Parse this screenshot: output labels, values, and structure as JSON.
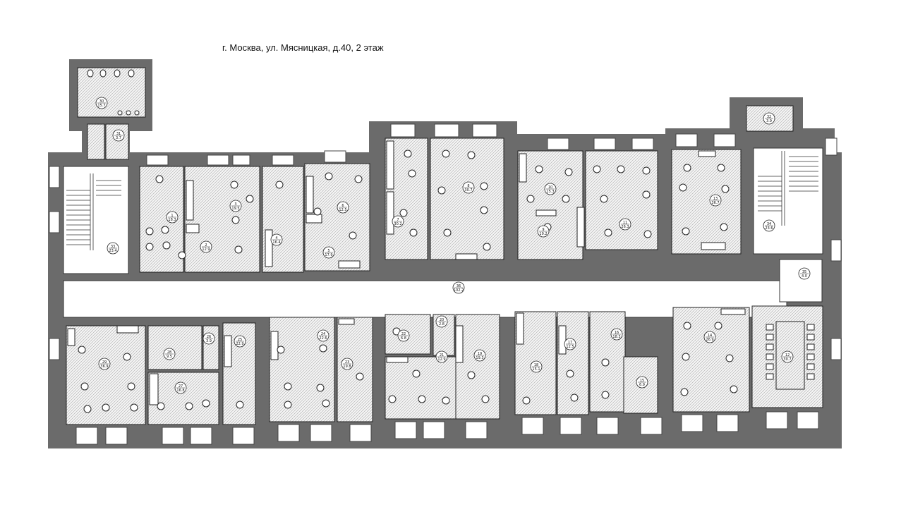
{
  "title": "г. Москва, ул. Мясницкая, д.40, 2 этаж",
  "rooms": [
    {
      "num": "1",
      "area": "18.3"
    },
    {
      "num": "2",
      "area": "12.9"
    },
    {
      "num": "3",
      "area": "19.5"
    },
    {
      "num": "4",
      "area": "16.4"
    },
    {
      "num": "5",
      "area": "17.9"
    },
    {
      "num": "6",
      "area": "12.5"
    },
    {
      "num": "7",
      "area": "30.2"
    },
    {
      "num": "8",
      "area": "30.7"
    },
    {
      "num": "9",
      "area": "19.2"
    },
    {
      "num": "10",
      "area": "15.3"
    },
    {
      "num": "11",
      "area": "26.3"
    },
    {
      "num": "12",
      "area": "30.7"
    },
    {
      "num": "13",
      "area": "36.7"
    },
    {
      "num": "14",
      "area": "26.9"
    },
    {
      "num": "15",
      "area": "6.9"
    },
    {
      "num": "16",
      "area": "18.3"
    },
    {
      "num": "17",
      "area": "12.5"
    },
    {
      "num": "18",
      "area": "15.1"
    },
    {
      "num": "19",
      "area": "19.3"
    },
    {
      "num": "20",
      "area": "2.8"
    },
    {
      "num": "21",
      "area": "12.9"
    },
    {
      "num": "22",
      "area": "6.8"
    },
    {
      "num": "23",
      "area": "19.8"
    },
    {
      "num": "24",
      "area": "22.6"
    },
    {
      "num": "25",
      "area": "22.9"
    },
    {
      "num": "26",
      "area": "3.9"
    },
    {
      "num": "27",
      "area": "16.8"
    },
    {
      "num": "28",
      "area": "9.5"
    },
    {
      "num": "29",
      "area": "36.9"
    },
    {
      "num": "30",
      "area": "15.7"
    },
    {
      "num": "31",
      "area": "3.7"
    },
    {
      "num": "32",
      "area": "3.9"
    },
    {
      "num": "33",
      "area": "23.4"
    },
    {
      "num": "34",
      "area": "23.6"
    },
    {
      "num": "35",
      "area": "4.0"
    },
    {
      "num": "36",
      "area": "102.2"
    }
  ]
}
